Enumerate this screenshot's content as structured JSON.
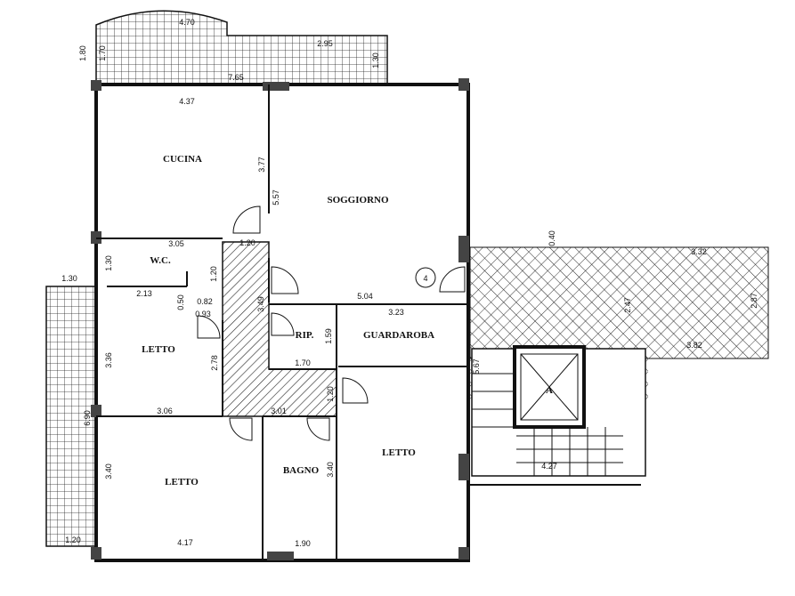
{
  "rooms": {
    "cucina": "CUCINA",
    "soggiorno": "SOGGIORNO",
    "wc": "W.C.",
    "letto_1": "LETTO",
    "rip": "RIP.",
    "guardaroba": "GUARDAROBA",
    "letto_2": "LETTO",
    "bagno": "BAGNO",
    "letto_3": "LETTO",
    "stair": "A",
    "unit_number": "4"
  },
  "dimensions": {
    "terrace_top_w": "4.70",
    "terrace_top_h1": "1.80",
    "terrace_top_h2": "1.70",
    "terrace_top_w2": "2.95",
    "terrace_top_h3": "1.30",
    "overall_w": "7.65",
    "cucina_w": "4.37",
    "cucina_h": "3.77",
    "soggiorno_h": "5.57",
    "door_w_120a": "1.20",
    "wc_w": "3.05",
    "wc_h": "1.30",
    "wc_door": "1.20",
    "left_terrace_w": "1.30",
    "letto1_w1": "2.13",
    "letto1_a": "0.50",
    "letto1_b": "0.82",
    "letto1_c": "0.93",
    "hall_h": "3.49",
    "soggiorno_w": "5.04",
    "guardaroba_w": "3.23",
    "rip_h": "1.59",
    "letto1_h": "3.36",
    "letto1_h2": "2.78",
    "rip_w": "1.70",
    "hall_door": "1.20",
    "letto1_bottom": "3.06",
    "hall_bottom": "3.01",
    "left_terrace_h": "6.90",
    "letto3_h": "3.40",
    "bagno_h": "3.40",
    "letto3_w": "4.17",
    "bagno_w": "1.90",
    "left_terrace_bottom": "1.20",
    "stair_a": "0.40",
    "stair_b": "3.32",
    "stair_c": "2.47",
    "stair_d": "2.87",
    "stair_e": "3.82",
    "stair_f": "5.67",
    "stair_g": "4.27"
  }
}
